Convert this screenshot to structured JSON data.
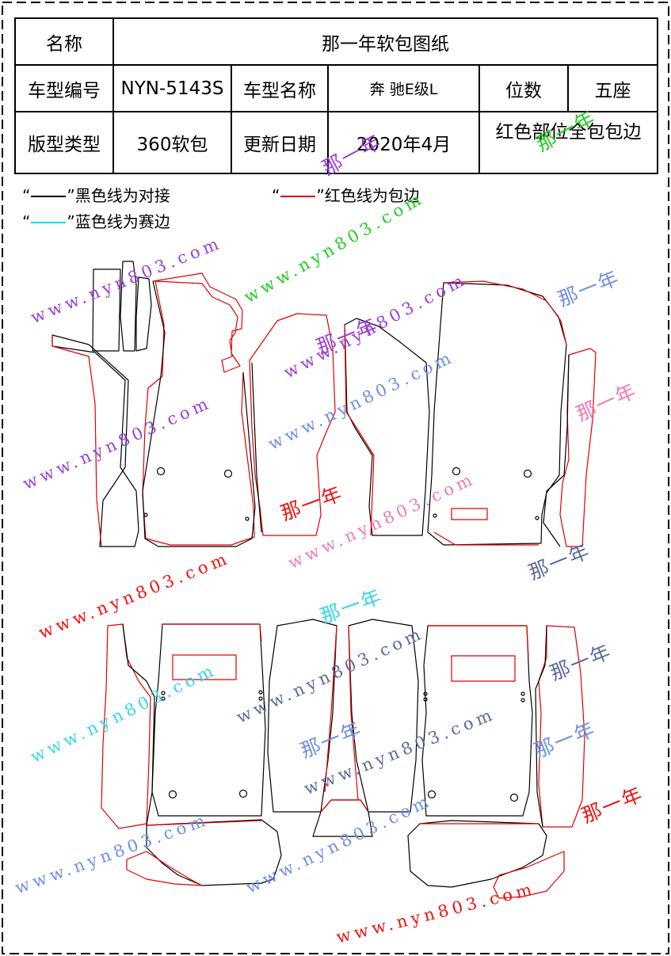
{
  "table": {
    "name_label": "名称",
    "name_value": "那一年软包图纸",
    "code_label": "车型编号",
    "code_value": "NYN-5143S",
    "model_label": "车型名称",
    "model_value": "奔 驰E级L",
    "seats_label": "位数",
    "seats_value": "五座",
    "type_label": "版型类型",
    "type_value": "360软包",
    "date_label": "更新日期",
    "date_value": "2020年4月",
    "note_value": "红色部位全包包边"
  },
  "legend": {
    "open_quote": "“",
    "close_quote": "”",
    "black_text": "黑色线为对接",
    "red_text": "红色线为包边",
    "cyan_text": "蓝色线为赛边",
    "black_color": "#000000",
    "red_color": "#e00000",
    "cyan_color": "#00e0ee"
  },
  "watermarks": {
    "url": "www.nyn803.com",
    "brand": "那一年"
  },
  "colors": {
    "outline_black": "#000000",
    "outline_red": "#e00000",
    "wm_purple": "#9a3fd6",
    "wm_green": "#22cc22",
    "wm_pink": "#ee7bb8",
    "wm_blue": "#6f8fe0",
    "wm_cyan": "#37d6ea",
    "wm_slate": "#5a6a9c",
    "wm_red": "#ee1111"
  }
}
